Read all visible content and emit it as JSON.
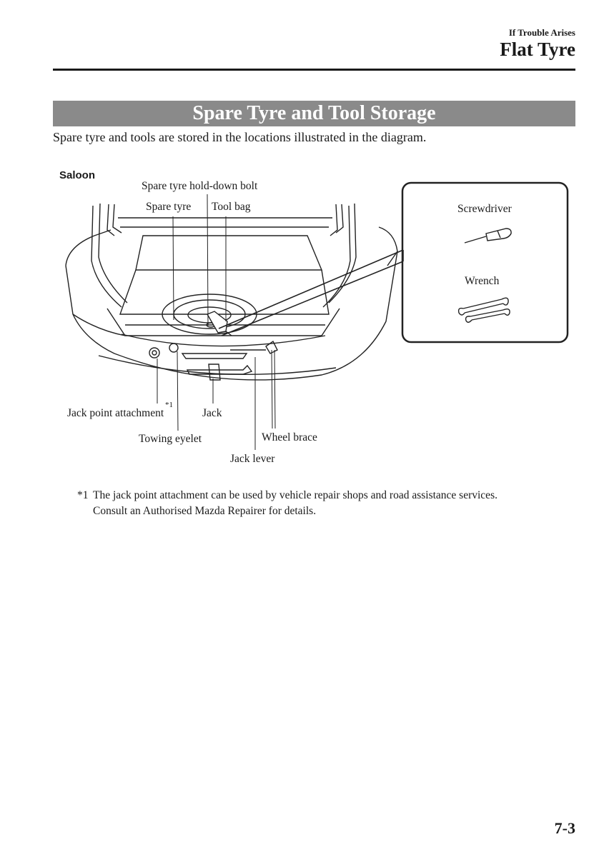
{
  "header": {
    "section": "If Trouble Arises",
    "title": "Flat Tyre"
  },
  "section_heading": "Spare Tyre and Tool Storage",
  "intro": "Spare tyre and tools are stored in the locations illustrated in the diagram.",
  "diagram": {
    "variant_label": "Saloon",
    "callouts": {
      "hold_down_bolt": "Spare tyre hold-down bolt",
      "spare_tyre": "Spare tyre",
      "tool_bag": "Tool bag",
      "jack_point_attachment": "Jack point attachment",
      "footnote_ref": "*1",
      "jack": "Jack",
      "towing_eyelet": "Towing eyelet",
      "wheel_brace": "Wheel brace",
      "jack_lever": "Jack lever"
    },
    "tool_inset": {
      "screwdriver": "Screwdriver",
      "wrench": "Wrench"
    }
  },
  "footnote": {
    "marker": "*1",
    "line1": "The jack point attachment can be used by vehicle repair shops and road assistance services.",
    "line2": "Consult an Authorised Mazda Repairer for details."
  },
  "page_number": "7-3"
}
